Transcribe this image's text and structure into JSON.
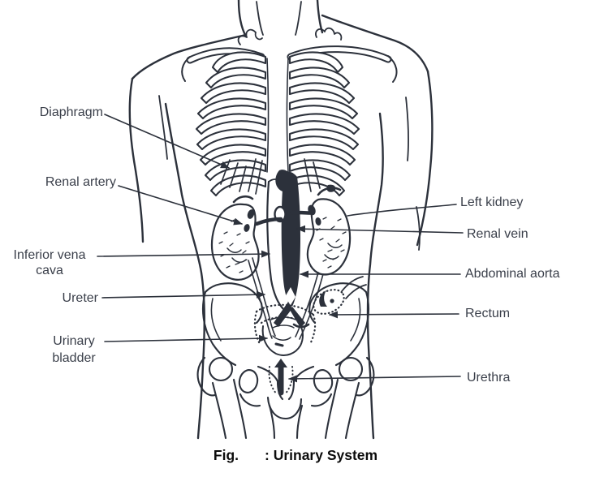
{
  "colors": {
    "ink": "#2c313b",
    "label_text": "#3a3f4a",
    "caption_text": "#0c0c0c",
    "background": "#ffffff"
  },
  "labels": {
    "diaphragm": {
      "lines": [
        "Diaphragm"
      ]
    },
    "renal_artery": {
      "lines": [
        "Renal artery"
      ]
    },
    "inferior_vena_cava": {
      "lines": [
        "Inferior vena",
        "cava"
      ]
    },
    "ureter": {
      "lines": [
        "Ureter"
      ]
    },
    "urinary_bladder": {
      "lines": [
        "Urinary",
        "bladder"
      ]
    },
    "left_kidney": {
      "lines": [
        "Left kidney"
      ]
    },
    "renal_vein": {
      "lines": [
        "Renal vein"
      ]
    },
    "abdominal_aorta": {
      "lines": [
        "Abdominal aorta"
      ]
    },
    "rectum": {
      "lines": [
        "Rectum"
      ]
    },
    "urethra": {
      "lines": [
        "Urethra"
      ]
    }
  },
  "caption": {
    "prefix": "Fig.",
    "title": ": Urinary System"
  }
}
